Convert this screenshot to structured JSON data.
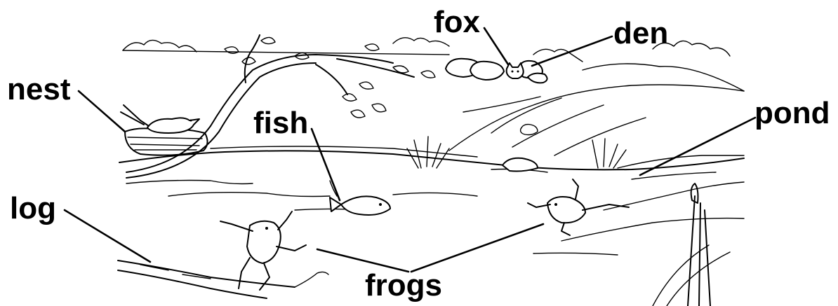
{
  "labels": {
    "fox": "fox",
    "den": "den",
    "nest": "nest",
    "fish": "fish",
    "pond": "pond",
    "log": "log",
    "frogs": "frogs"
  },
  "colors": {
    "ink": "#000000",
    "background": "#ffffff"
  }
}
